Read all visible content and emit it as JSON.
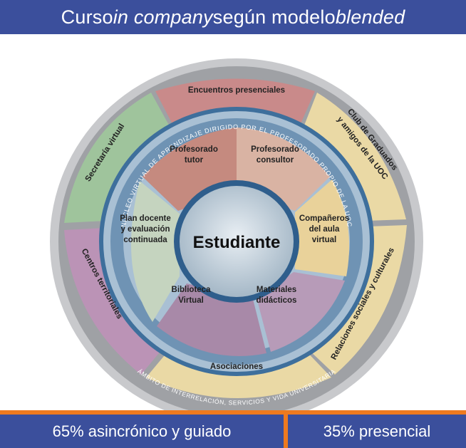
{
  "header": {
    "part1": "Curso ",
    "part2": "in company",
    "part3": " según modelo ",
    "part4": "blended"
  },
  "diagram": {
    "center": "Estudiante",
    "inner_ring_text": "NÚCLEO VIRTUAL DE APRENDIZAJE DIRIGIDO POR EL PROFESORADO PROPIO DE LA UOC",
    "outer_ring_text": "ÁMBITO DE INTERRELACIÓN, SERVICIOS Y VIDA UNIVERSITARIA",
    "inner_segments": [
      {
        "line1": "Profesorado",
        "line2": "tutor",
        "line3": ""
      },
      {
        "line1": "Profesorado",
        "line2": "consultor",
        "line3": ""
      },
      {
        "line1": "Compañeros",
        "line2": "del aula",
        "line3": "virtual"
      },
      {
        "line1": "Materiales",
        "line2": "didácticos",
        "line3": ""
      },
      {
        "line1": "Biblioteca",
        "line2": "Virtual",
        "line3": ""
      },
      {
        "line1": "Plan docente",
        "line2": "y evaluación",
        "line3": "continuada"
      }
    ],
    "outer_segments": [
      {
        "label": "Encuentros presenciales",
        "color": "#c98a8a"
      },
      {
        "label": "Club de Graduados",
        "label2": "y amigos de la UOC",
        "color": "#ead9a5"
      },
      {
        "label": "Relaciones sociales y culturales",
        "color": "#ead9a5"
      },
      {
        "label": "Asociaciones",
        "color": "#ead9a5"
      },
      {
        "label": "Centros territoriales",
        "color": "#bb93b6"
      },
      {
        "label": "Secretaría virtual",
        "color": "#9fc49c"
      }
    ]
  },
  "footer": {
    "left": "65% asincrónico y guiado",
    "right": "35% presencial"
  }
}
